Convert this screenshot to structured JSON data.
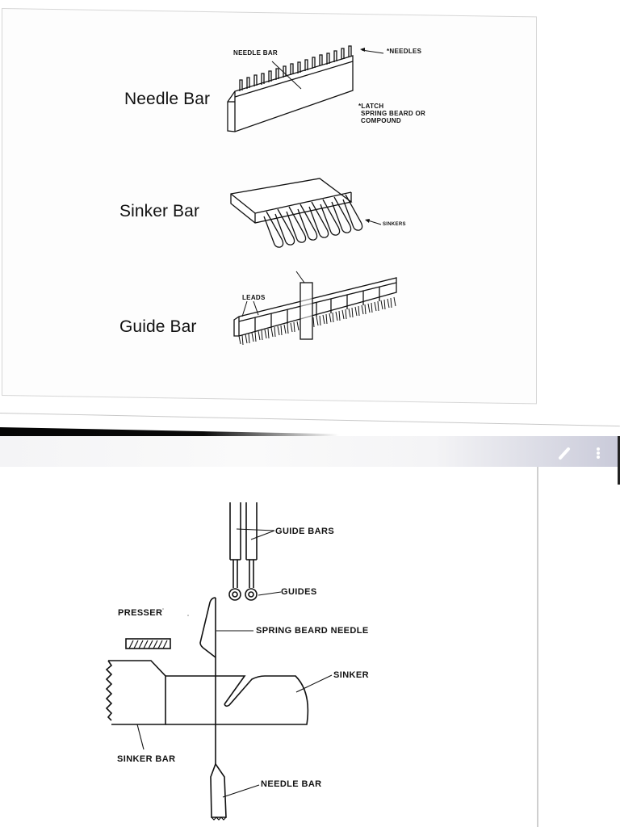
{
  "top_page": {
    "sections": [
      {
        "title": "Needle Bar",
        "callouts": [
          "NEEDLE BAR",
          "*NEEDLES",
          "*LATCH",
          "SPRING BEARD OR",
          "COMPOUND"
        ]
      },
      {
        "title": "Sinker Bar",
        "callouts": [
          "SINKERS"
        ]
      },
      {
        "title": "Guide Bar",
        "callouts": [
          "LEADS"
        ]
      }
    ]
  },
  "toolbar": {
    "edit_icon": "pencil-icon",
    "menu_icon": "more-vertical-icon",
    "colors": {
      "band": "#050505",
      "toolbar_tint": "#c9cad9"
    }
  },
  "bottom_page": {
    "diagram_labels": {
      "guide_bars": "GUIDE BARS",
      "guides": "GUIDES",
      "presser": "PRESSER",
      "spring_beard_needle": "SPRING BEARD NEEDLE",
      "sinker": "SINKER",
      "sinker_bar": "SINKER BAR",
      "needle_bar": "NEEDLE BAR"
    }
  }
}
